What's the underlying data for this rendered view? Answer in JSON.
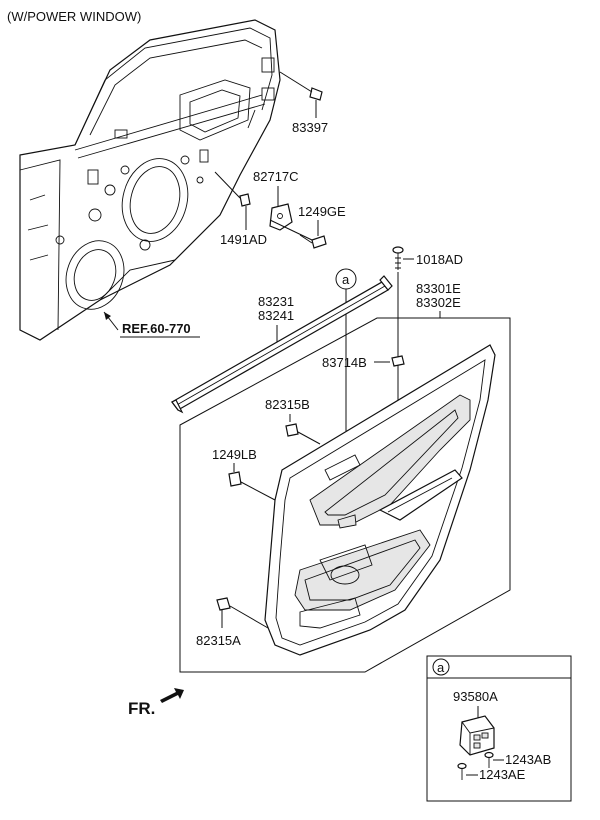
{
  "header": {
    "title": "(W/POWER WINDOW)"
  },
  "labels": {
    "p83397": "83397",
    "p82717C": "82717C",
    "p1249GE": "1249GE",
    "p1491AD": "1491AD",
    "p1018AD": "1018AD",
    "p83231": "83231",
    "p83241": "83241",
    "p83301E": "83301E",
    "p83302E": "83302E",
    "p83714B": "83714B",
    "p82315B": "82315B",
    "p1249LB": "1249LB",
    "p82315A": "82315A",
    "ref": "REF.60-770",
    "callout_a": "a",
    "detail_a": "a",
    "p93580A": "93580A",
    "p1243AB": "1243AB",
    "p1243AE": "1243AE",
    "fr": "FR."
  }
}
